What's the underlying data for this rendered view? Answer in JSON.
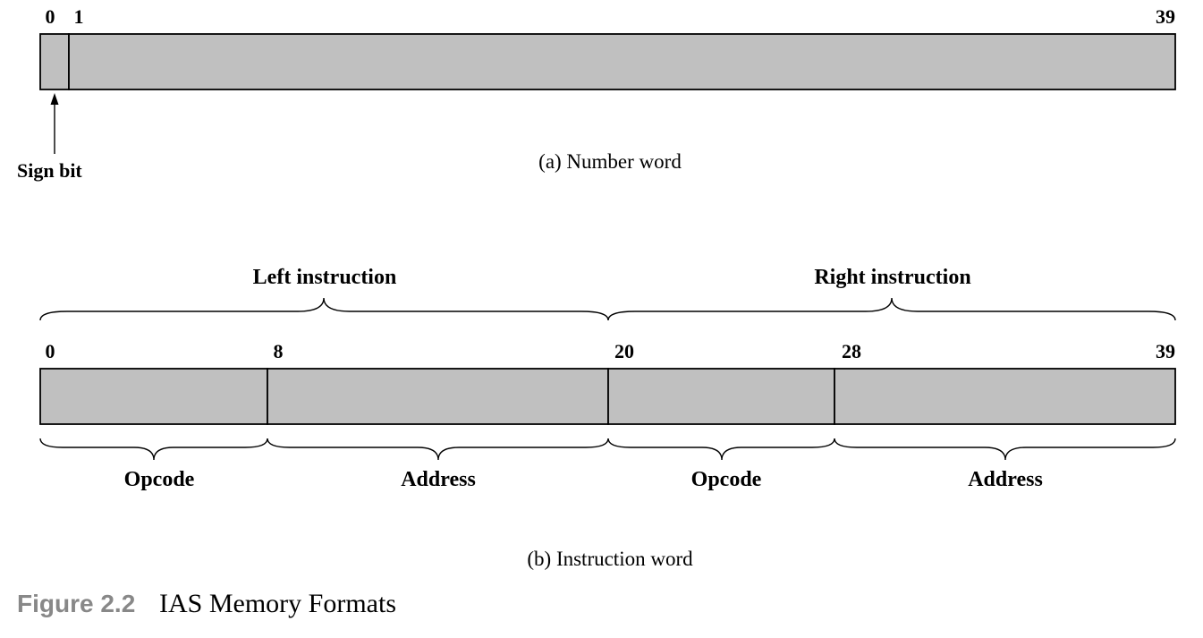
{
  "number_word": {
    "bit_labels": [
      "0",
      "1",
      "39"
    ],
    "sign_label": "Sign bit",
    "caption": "(a) Number word"
  },
  "instruction_word": {
    "groups": [
      "Left instruction",
      "Right instruction"
    ],
    "bit_labels": [
      "0",
      "8",
      "20",
      "28",
      "39"
    ],
    "fields": [
      "Opcode",
      "Address",
      "Opcode",
      "Address"
    ],
    "caption": "(b) Instruction word"
  },
  "figure": {
    "number": "Figure 2.2",
    "title": "IAS Memory Formats"
  },
  "colors": {
    "field_fill": "#c0c0c0",
    "stroke": "#000000",
    "figure_number": "#888888"
  }
}
